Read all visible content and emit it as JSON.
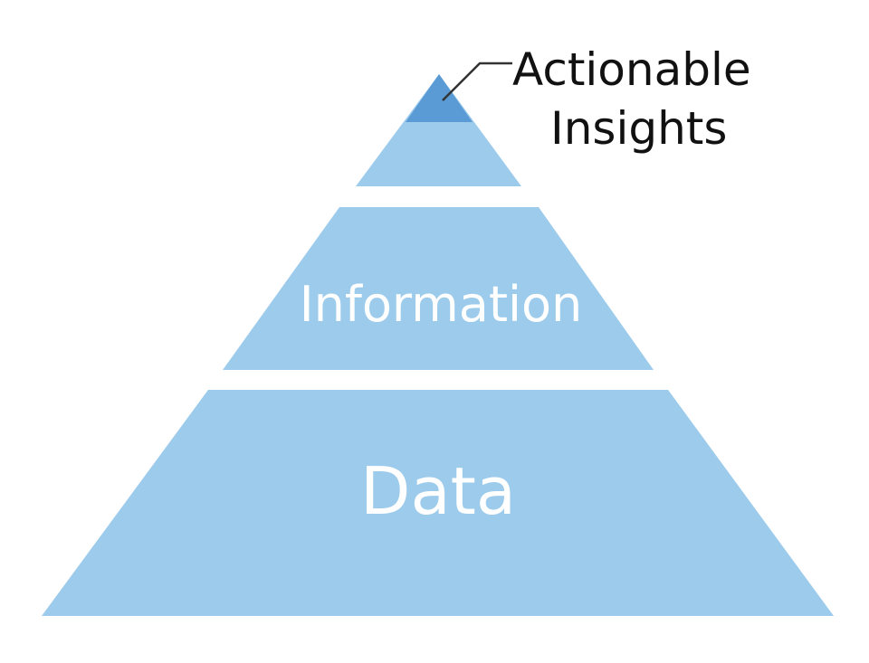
{
  "diagram": {
    "type": "pyramid",
    "levels": [
      {
        "id": "top",
        "label": ""
      },
      {
        "id": "middle",
        "label": "Information"
      },
      {
        "id": "bottom",
        "label": "Data"
      }
    ],
    "callout": {
      "line1": "Actionable",
      "line2": "Insights"
    }
  },
  "colors": {
    "tier_fill": "#9dcbec",
    "apex_fill": "#5a9bd5",
    "tier_text": "#ffffff",
    "callout_text": "#111111",
    "leader_line": "#333333"
  }
}
